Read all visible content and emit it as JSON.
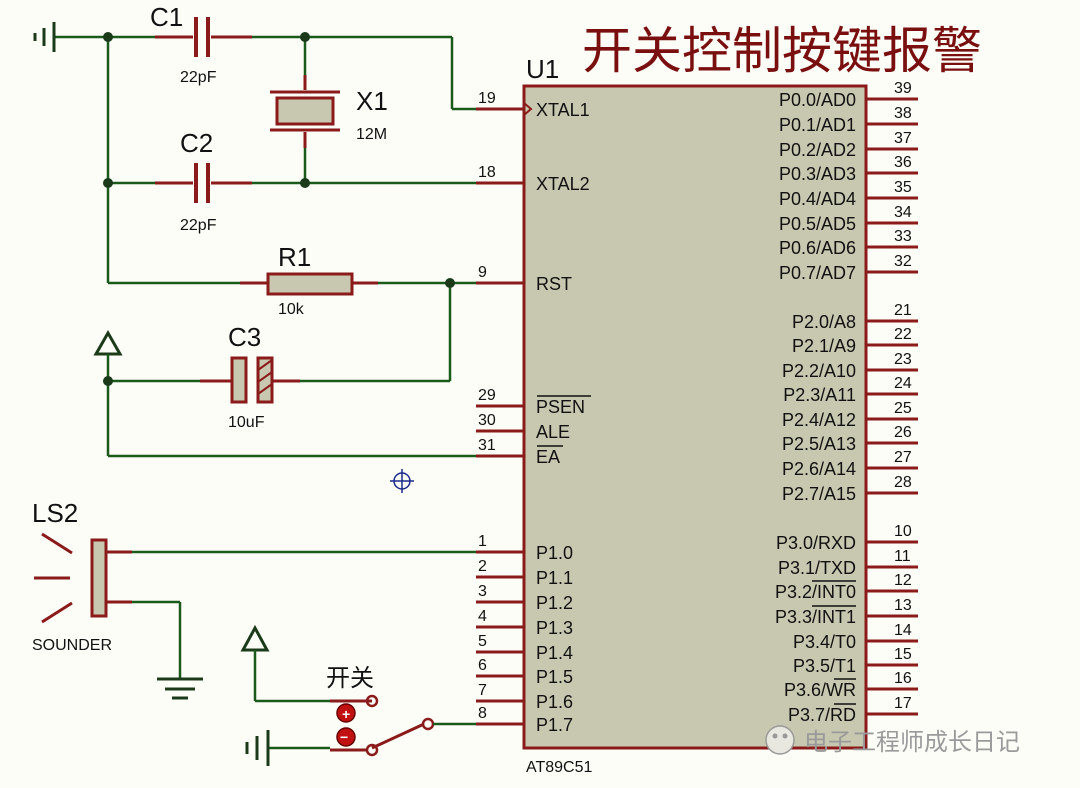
{
  "title": "开关控制按键报警",
  "chip": {
    "ref": "U1",
    "part": "AT89C51",
    "left_pins": [
      {
        "num": "19",
        "name": "XTAL1"
      },
      {
        "num": "18",
        "name": "XTAL2"
      },
      {
        "num": "9",
        "name": "RST"
      },
      {
        "num": "29",
        "name": "PSEN"
      },
      {
        "num": "30",
        "name": "ALE"
      },
      {
        "num": "31",
        "name": "EA"
      },
      {
        "num": "1",
        "name": "P1.0"
      },
      {
        "num": "2",
        "name": "P1.1"
      },
      {
        "num": "3",
        "name": "P1.2"
      },
      {
        "num": "4",
        "name": "P1.3"
      },
      {
        "num": "5",
        "name": "P1.4"
      },
      {
        "num": "6",
        "name": "P1.5"
      },
      {
        "num": "7",
        "name": "P1.6"
      },
      {
        "num": "8",
        "name": "P1.7"
      }
    ],
    "right_pins": [
      {
        "num": "39",
        "name": "P0.0/AD0"
      },
      {
        "num": "38",
        "name": "P0.1/AD1"
      },
      {
        "num": "37",
        "name": "P0.2/AD2"
      },
      {
        "num": "36",
        "name": "P0.3/AD3"
      },
      {
        "num": "35",
        "name": "P0.4/AD4"
      },
      {
        "num": "34",
        "name": "P0.5/AD5"
      },
      {
        "num": "33",
        "name": "P0.6/AD6"
      },
      {
        "num": "32",
        "name": "P0.7/AD7"
      },
      {
        "num": "21",
        "name": "P2.0/A8"
      },
      {
        "num": "22",
        "name": "P2.1/A9"
      },
      {
        "num": "23",
        "name": "P2.2/A10"
      },
      {
        "num": "24",
        "name": "P2.3/A11"
      },
      {
        "num": "25",
        "name": "P2.4/A12"
      },
      {
        "num": "26",
        "name": "P2.5/A13"
      },
      {
        "num": "27",
        "name": "P2.6/A14"
      },
      {
        "num": "28",
        "name": "P2.7/A15"
      },
      {
        "num": "10",
        "name": "P3.0/RXD"
      },
      {
        "num": "11",
        "name": "P3.1/TXD"
      },
      {
        "num": "12",
        "name": "P3.2/INT0"
      },
      {
        "num": "13",
        "name": "P3.3/INT1"
      },
      {
        "num": "14",
        "name": "P3.4/T0"
      },
      {
        "num": "15",
        "name": "P3.5/T1"
      },
      {
        "num": "16",
        "name": "P3.6/WR"
      },
      {
        "num": "17",
        "name": "P3.7/RD"
      }
    ]
  },
  "components": {
    "c1": {
      "ref": "C1",
      "value": "22pF"
    },
    "c2": {
      "ref": "C2",
      "value": "22pF"
    },
    "c3": {
      "ref": "C3",
      "value": "10uF"
    },
    "x1": {
      "ref": "X1",
      "value": "12M"
    },
    "r1": {
      "ref": "R1",
      "value": "10k"
    },
    "ls2": {
      "ref": "LS2",
      "value": "SOUNDER"
    },
    "switch": {
      "label": "开关"
    }
  },
  "watermark": "电子工程师成长日记",
  "colors": {
    "wire": "#1a5a1a",
    "component": "#8b1a1a",
    "chip_fill": "#c8c8b0",
    "title": "#7a0f0f"
  }
}
